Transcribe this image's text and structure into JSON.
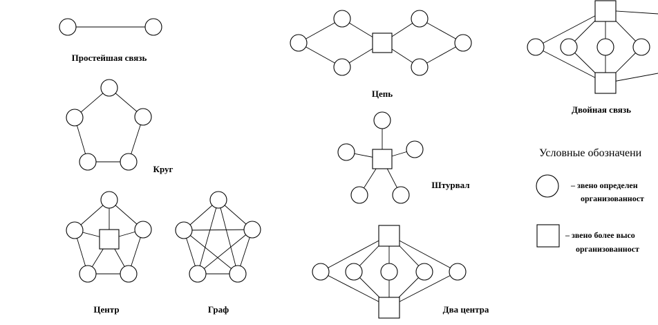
{
  "captions": {
    "simple": "Простейшая связь",
    "circle": "Круг",
    "center": "Центр",
    "graph": "Граф",
    "chain": "Цепь",
    "wheel": "Штурвал",
    "two_centers": "Два центра",
    "double": "Двойная связь"
  },
  "legend": {
    "title": "Условные обозначени",
    "circle_line1": "– звено определен",
    "circle_line2": "организованност",
    "square_line1": "– звено более высо",
    "square_line2": "организованност"
  },
  "node_types": {
    "circle": "звено определенной организованности",
    "square": "звено более высокой организованности"
  }
}
